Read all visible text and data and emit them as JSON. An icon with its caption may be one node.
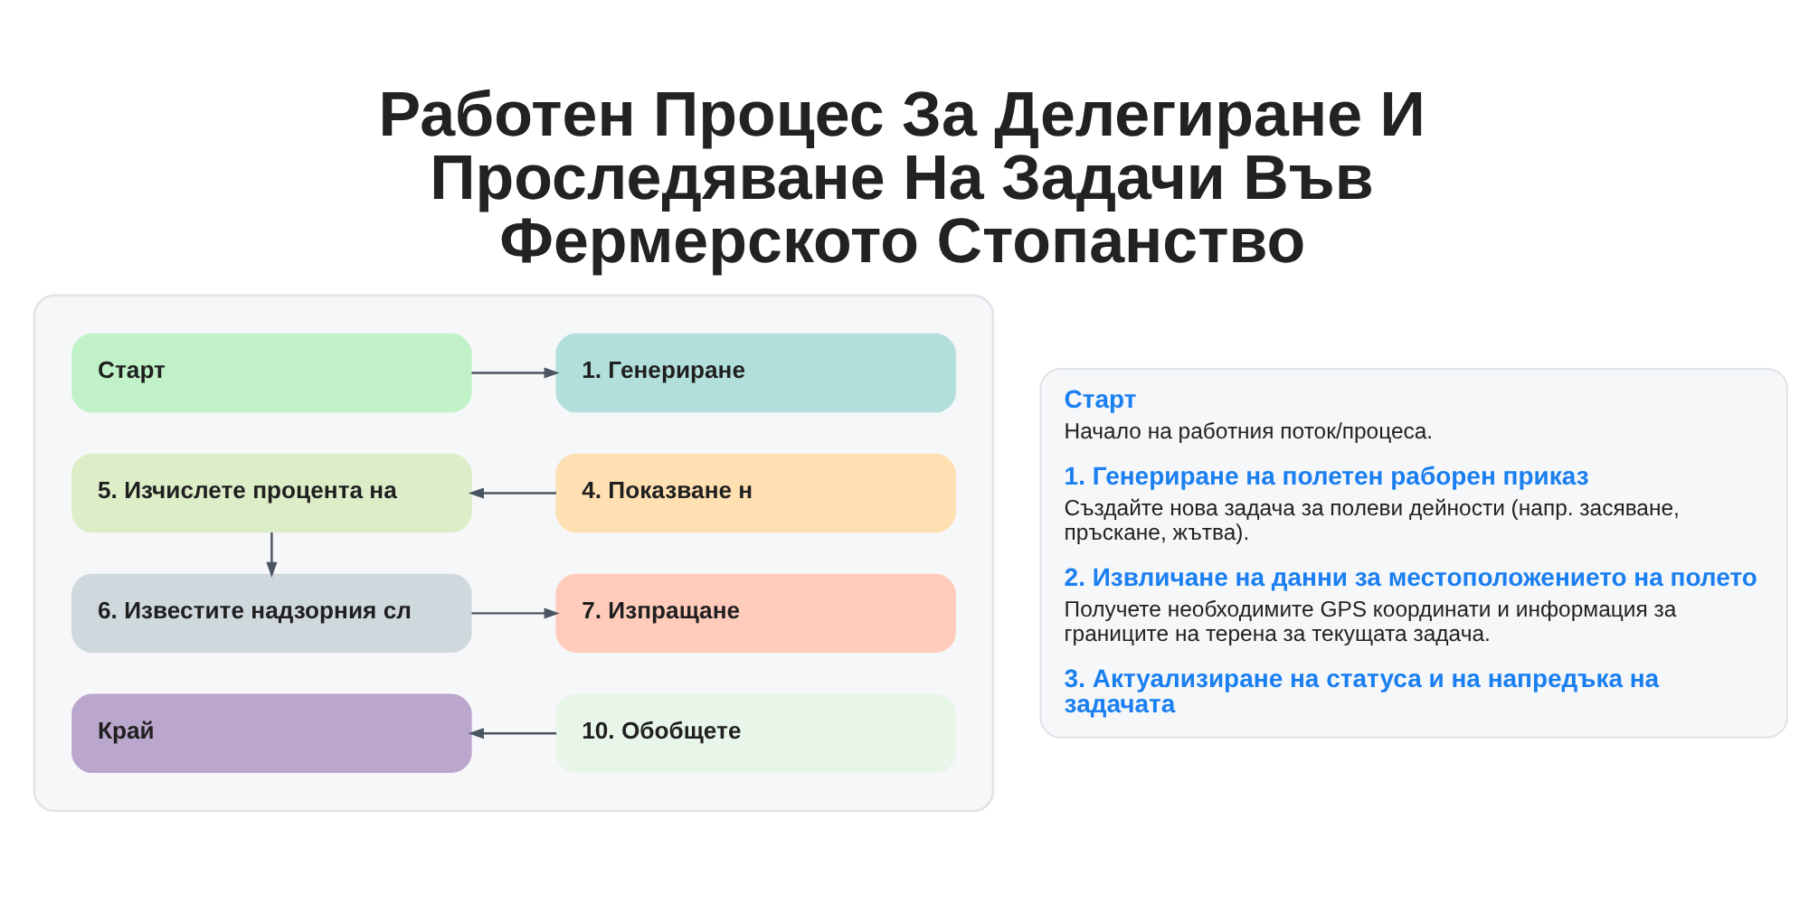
{
  "diagram": {
    "title": "Работен Процес За Делегиране И Проследяване На Задачи Във Фермерското Стопанство",
    "nodes": [
      {
        "text": [],
        "shape": "box"
      },
      {
        "text": [
          "Старт"
        ],
        "in": 0
      },
      {
        "text": [
          "1. Генериране"
        ],
        "in": 0
      },
      {
        "text": [
          "5. Изчислете процента на"
        ],
        "in": 0
      },
      {
        "text": [
          "4. Показване н"
        ],
        "in": 0
      },
      {
        "text": [
          "6. Известите надзорния сл"
        ],
        "in": 0
      },
      {
        "text": [
          "7. Изпращане"
        ],
        "in": 0
      },
      {
        "text": [
          "Край"
        ],
        "in": 0
      },
      {
        "text": [
          "10. Обобщете"
        ],
        "in": 0
      },
      {
        "text": [
          "Старт",
          "Начало на работния поток/процеса.",
          "1. Генериране на полетен раборен приказ",
          "Създайте нова задача за полеви дейности (напр. засяване, пръскане, жътва).",
          "2. Извличане на данни за местоположението на полето",
          "Получете необходимите GPS координати и информация за границите на терена за текущата задача.",
          "3. Актуализиране на статуса и на напредъка на задачата"
        ]
      }
    ],
    "edges": [
      {
        "from": 1,
        "to": 2,
        "arrow": "to"
      },
      {
        "from": 4,
        "to": 3,
        "arrow": "to"
      },
      {
        "from": 3,
        "to": 5,
        "arrow": "to"
      },
      {
        "from": 5,
        "to": 6,
        "arrow": "to"
      },
      {
        "from": 8,
        "to": 7,
        "arrow": "to"
      }
    ]
  }
}
